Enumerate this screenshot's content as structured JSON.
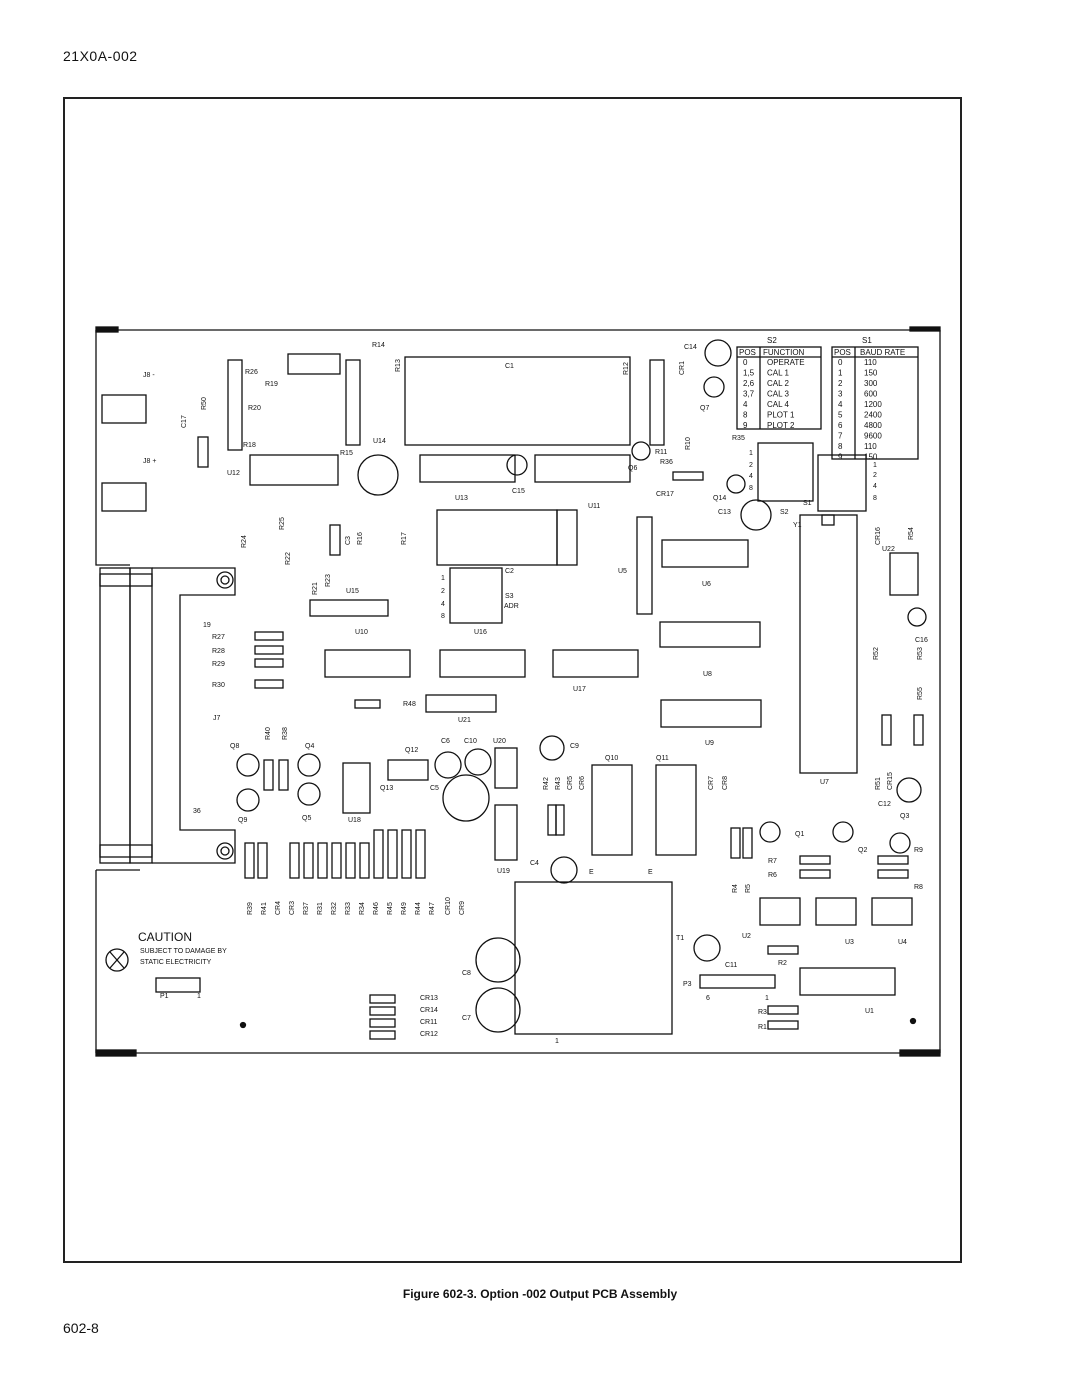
{
  "document_id": "21X0A-002",
  "page_number": "602-8",
  "caption": "Figure 602-3. Option -002 Output PCB Assembly",
  "caution": {
    "title": "CAUTION",
    "line1": "SUBJECT TO DAMAGE BY",
    "line2": "STATIC ELECTRICITY"
  },
  "switch_tables": {
    "s2": {
      "title": "S2",
      "headers": [
        "POS",
        "FUNCTION"
      ],
      "rows": [
        [
          "0",
          "OPERATE"
        ],
        [
          "1,5",
          "CAL 1"
        ],
        [
          "2,6",
          "CAL 2"
        ],
        [
          "3,7",
          "CAL 3"
        ],
        [
          "4",
          "CAL 4"
        ],
        [
          "8",
          "PLOT 1"
        ],
        [
          "9",
          "PLOT 2"
        ]
      ]
    },
    "s1": {
      "title": "S1",
      "headers": [
        "POS",
        "BAUD RATE"
      ],
      "rows": [
        [
          "0",
          "110"
        ],
        [
          "1",
          "150"
        ],
        [
          "2",
          "300"
        ],
        [
          "3",
          "600"
        ],
        [
          "4",
          "1200"
        ],
        [
          "5",
          "2400"
        ],
        [
          "6",
          "4800"
        ],
        [
          "7",
          "9600"
        ],
        [
          "8",
          "110"
        ],
        [
          "9",
          "150"
        ]
      ]
    }
  },
  "component_labels": {
    "J8-": "J8 -",
    "J8+": "J8 +",
    "R50": "R50",
    "C17": "C17",
    "R26": "R26",
    "R19": "R19",
    "R20": "R20",
    "R18": "R18",
    "R14": "R14",
    "R13": "R13",
    "C1": "C1",
    "R15": "R15",
    "U14": "U14",
    "U12": "U12",
    "U13": "U13",
    "C15": "C15",
    "U11": "U11",
    "R12": "R12",
    "CR1": "CR1",
    "C14": "C14",
    "Q7": "Q7",
    "R10": "R10",
    "R11": "R11",
    "Q6": "Q6",
    "R36": "R36",
    "CR17": "CR17",
    "R35": "R35",
    "Q14": "Q14",
    "C13": "C13",
    "S2": "S2",
    "S1": "S1",
    "Y1": "Y1",
    "CR16": "CR16",
    "R54": "R54",
    "U22": "U22",
    "R24": "R24",
    "R25": "R25",
    "R22": "R22",
    "C3": "C3",
    "R16": "R16",
    "R17": "R17",
    "R21": "R21",
    "R23": "R23",
    "U15": "U15",
    "C2": "C2",
    "S3": "S3",
    "ADR": "ADR",
    "U16": "U16",
    "U5": "U5",
    "U6": "U6",
    "19": "19",
    "R27": "R27",
    "R28": "R28",
    "R29": "R29",
    "R30": "R30",
    "U10": "U10",
    "U8": "U8",
    "U17": "U17",
    "R52": "R52",
    "R53": "R53",
    "C16": "C16",
    "R55": "R55",
    "R48": "R48",
    "U21": "U21",
    "J7": "J7",
    "U9": "U9",
    "Q8": "Q8",
    "R40": "R40",
    "R38": "R38",
    "Q4": "Q4",
    "Q12": "Q12",
    "C6": "C6",
    "C10": "C10",
    "U20": "U20",
    "C9": "C9",
    "R42": "R42",
    "R43": "R43",
    "CR5": "CR5",
    "CR6": "CR6",
    "Q10": "Q10",
    "Q11": "Q11",
    "CR7": "CR7",
    "CR8": "CR8",
    "U7": "U7",
    "R51": "R51",
    "CR15": "CR15",
    "C12": "C12",
    "Q3": "Q3",
    "36": "36",
    "Q9": "Q9",
    "Q5": "Q5",
    "U18": "U18",
    "Q13": "Q13",
    "C5": "C5",
    "Q1": "Q1",
    "Q2": "Q2",
    "R9": "R9",
    "R7": "R7",
    "R6": "R6",
    "R8": "R8",
    "U19": "U19",
    "C4": "C4",
    "E1": "E",
    "E2": "E",
    "R4": "R4",
    "R5": "R5",
    "R39": "R39",
    "R41": "R41",
    "CR4": "CR4",
    "CR3": "CR3",
    "R37": "R37",
    "R31": "R31",
    "R32": "R32",
    "R33": "R33",
    "R34": "R34",
    "R46": "R46",
    "R45": "R45",
    "R49": "R49",
    "R44": "R44",
    "R47": "R47",
    "CR10": "CR10",
    "CR9": "CR9",
    "T1": "T1",
    "U2": "U2",
    "U3": "U3",
    "U4": "U4",
    "C8": "C8",
    "C11": "C11",
    "R2": "R2",
    "P3": "P3",
    "6": "6",
    "1a": "1",
    "C7": "C7",
    "1b": "1",
    "R3": "R3",
    "R1": "R1",
    "U1": "U1",
    "P1": "P1",
    "P1pin": "1",
    "CR13": "CR13",
    "CR14": "CR14",
    "CR11": "CR11",
    "CR12": "CR12",
    "s2p1": "1",
    "s2p2": "2",
    "s2p4": "4",
    "s2p8": "8",
    "s1p1": "1",
    "s1p2": "2",
    "s1p4": "4",
    "s1p8": "8",
    "s3p1": "1",
    "s3p2": "2",
    "s3p4": "4",
    "s3p8": "8"
  }
}
